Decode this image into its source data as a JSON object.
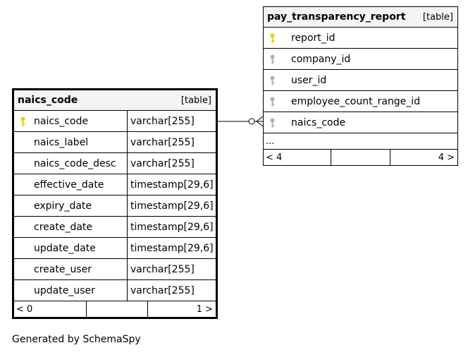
{
  "tables": {
    "naics_code": {
      "name": "naics_code",
      "kind": "[table]",
      "columns": [
        {
          "name": "naics_code",
          "type": "varchar[255]",
          "pk": true
        },
        {
          "name": "naics_label",
          "type": "varchar[255]"
        },
        {
          "name": "naics_code_desc",
          "type": "varchar[255]"
        },
        {
          "name": "effective_date",
          "type": "timestamp[29,6]"
        },
        {
          "name": "expiry_date",
          "type": "timestamp[29,6]"
        },
        {
          "name": "create_date",
          "type": "timestamp[29,6]"
        },
        {
          "name": "update_date",
          "type": "timestamp[29,6]"
        },
        {
          "name": "create_user",
          "type": "varchar[255]"
        },
        {
          "name": "update_user",
          "type": "varchar[255]"
        }
      ],
      "footer_left": "< 0",
      "footer_right": "1 >"
    },
    "pay_transparency_report": {
      "name": "pay_transparency_report",
      "kind": "[table]",
      "columns": [
        {
          "name": "report_id",
          "pk": true
        },
        {
          "name": "company_id"
        },
        {
          "name": "user_id"
        },
        {
          "name": "employee_count_range_id"
        },
        {
          "name": "naics_code"
        }
      ],
      "ellipsis": "...",
      "footer_left": "< 4",
      "footer_right": "4 >"
    }
  },
  "colors": {
    "pk_key": "#e6d200",
    "fk_key": "#b0b0b0"
  },
  "footer_text": "Generated by SchemaSpy"
}
